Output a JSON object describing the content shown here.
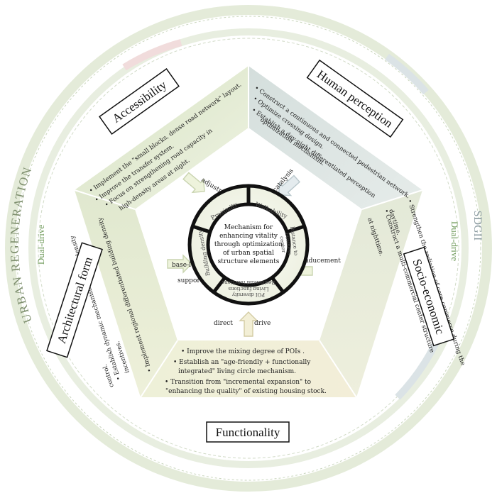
{
  "outer": {
    "left_label": "URBAN REGENERATION",
    "right_label": "SDGII",
    "dual_left": "Dual-drive",
    "dual_right": "Dual-drive"
  },
  "dimensions": {
    "accessibility": {
      "title": "Accessibility",
      "bullets": [
        "Implement the \"small blocks, dense road network\" layout.",
        "Improve the transfer system.",
        "Focus on strengthening road capacity in",
        "high-density areas at night."
      ]
    },
    "human_perception": {
      "title": "Human perception",
      "bullets": [
        "Construct a continuous and connected pedestrian network.",
        "Optimize crossing design.",
        "Establish a day-night differentiated perception",
        "optimization mechanism."
      ]
    },
    "socio_economic": {
      "title": "Socio-economic",
      "bullets": [
        "Strengthen the radiation of core commerce during the",
        "daytime.",
        "Construct a multi-commercial center structure",
        "at nighttime."
      ]
    },
    "functionality": {
      "title": "Functionality",
      "bullets": [
        "Improve the mixing degree of POIs .",
        "Establish an \"age-friendly + functionally",
        "integrated\" living circle mechanism.",
        "Transition from \"incremental expansion\" to",
        "\"enhancing the quality\" of existing housing stock."
      ]
    },
    "architectural_form": {
      "title": "Architectural form",
      "bullets": [
        "Implement regional differentiated building density",
        "control.",
        "Establish dynamic mechanisms such as density",
        "incentives."
      ]
    }
  },
  "arrows": {
    "adjustment": "adjustment",
    "catalysis": "catalysis",
    "inducement": "inducement",
    "direct": "direct",
    "drive": "drive",
    "base_level": "base-level",
    "support": "support"
  },
  "center": {
    "lines": [
      "Mechanism for",
      "enhancing vitality",
      "through optimization",
      "of urban spatial",
      "structure elements"
    ],
    "segments": {
      "proximity": "Proximity",
      "walkability": "Walkability",
      "distance_line1": "Distance to",
      "distance_line2": "business",
      "distance_line3": "center",
      "residential_line1": "Residential functions",
      "residential_line2": "Living functions",
      "residential_line3": "POI diversity",
      "building_density": "Building density"
    }
  },
  "colors": {
    "access": "#dfe8cf",
    "human": "#d9e2e2",
    "socio": "#e6ebd8",
    "func": "#f0efd9",
    "arch": "#e7ecd6"
  }
}
